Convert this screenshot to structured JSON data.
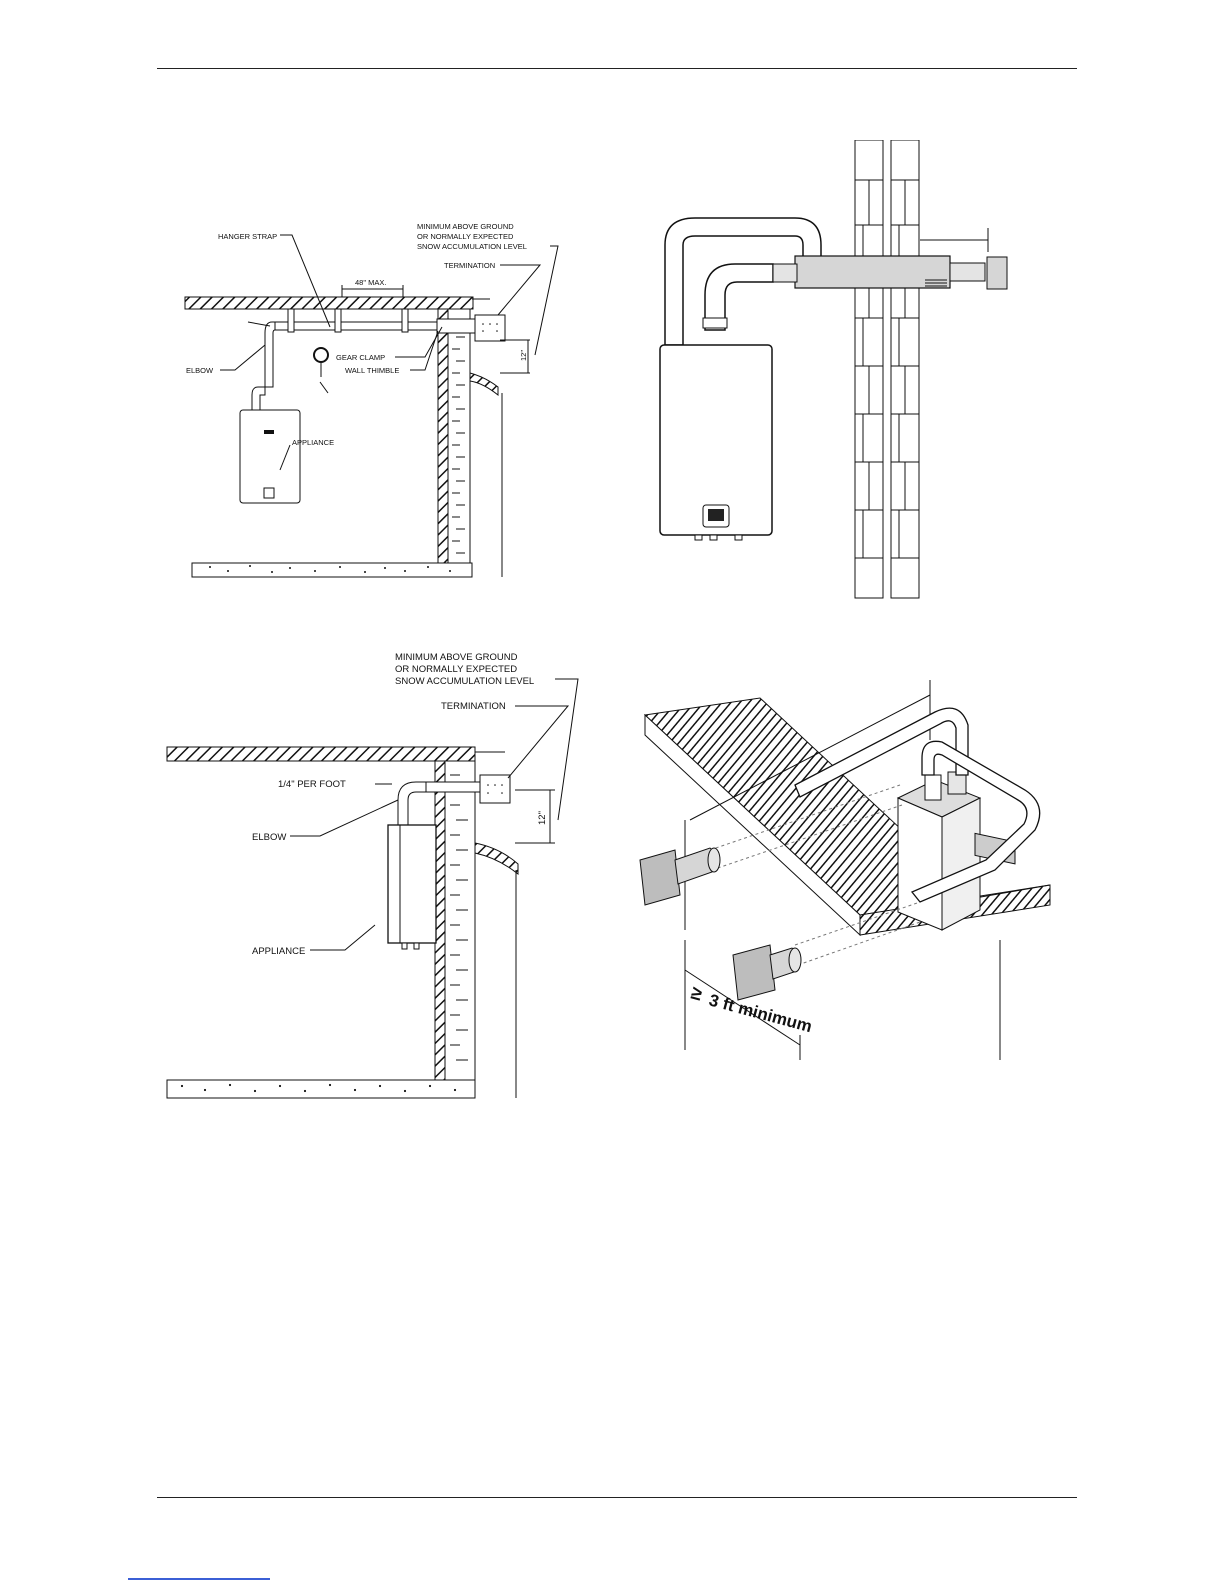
{
  "fig1": {
    "hanger_strap": "HANGER STRAP",
    "min_above_1": "MINIMUM ABOVE GROUND",
    "min_above_2": "OR NORMALLY EXPECTED",
    "min_above_3": "SNOW ACCUMULATION LEVEL",
    "termination": "TERMINATION",
    "max_spacing": "48\" MAX.",
    "elbow": "ELBOW",
    "gear_clamp": "GEAR CLAMP",
    "wall_thimble": "WALL THIMBLE",
    "twelve": "12\"",
    "appliance": "APPLIANCE"
  },
  "fig3": {
    "min_above_1": "MINIMUM ABOVE GROUND",
    "min_above_2": "OR NORMALLY EXPECTED",
    "min_above_3": "SNOW ACCUMULATION LEVEL",
    "termination": "TERMINATION",
    "slope": "1/4\" PER FOOT",
    "elbow": "ELBOW",
    "twelve": "12\"",
    "appliance": "APPLIANCE"
  },
  "fig4": {
    "ge_symbol": "≥",
    "clearance": "3 ft minimum"
  },
  "colors": {
    "line": "#1a1a1a",
    "pipe_fill": "#d6d6d6",
    "terminal_fill": "#bdbdbd"
  }
}
